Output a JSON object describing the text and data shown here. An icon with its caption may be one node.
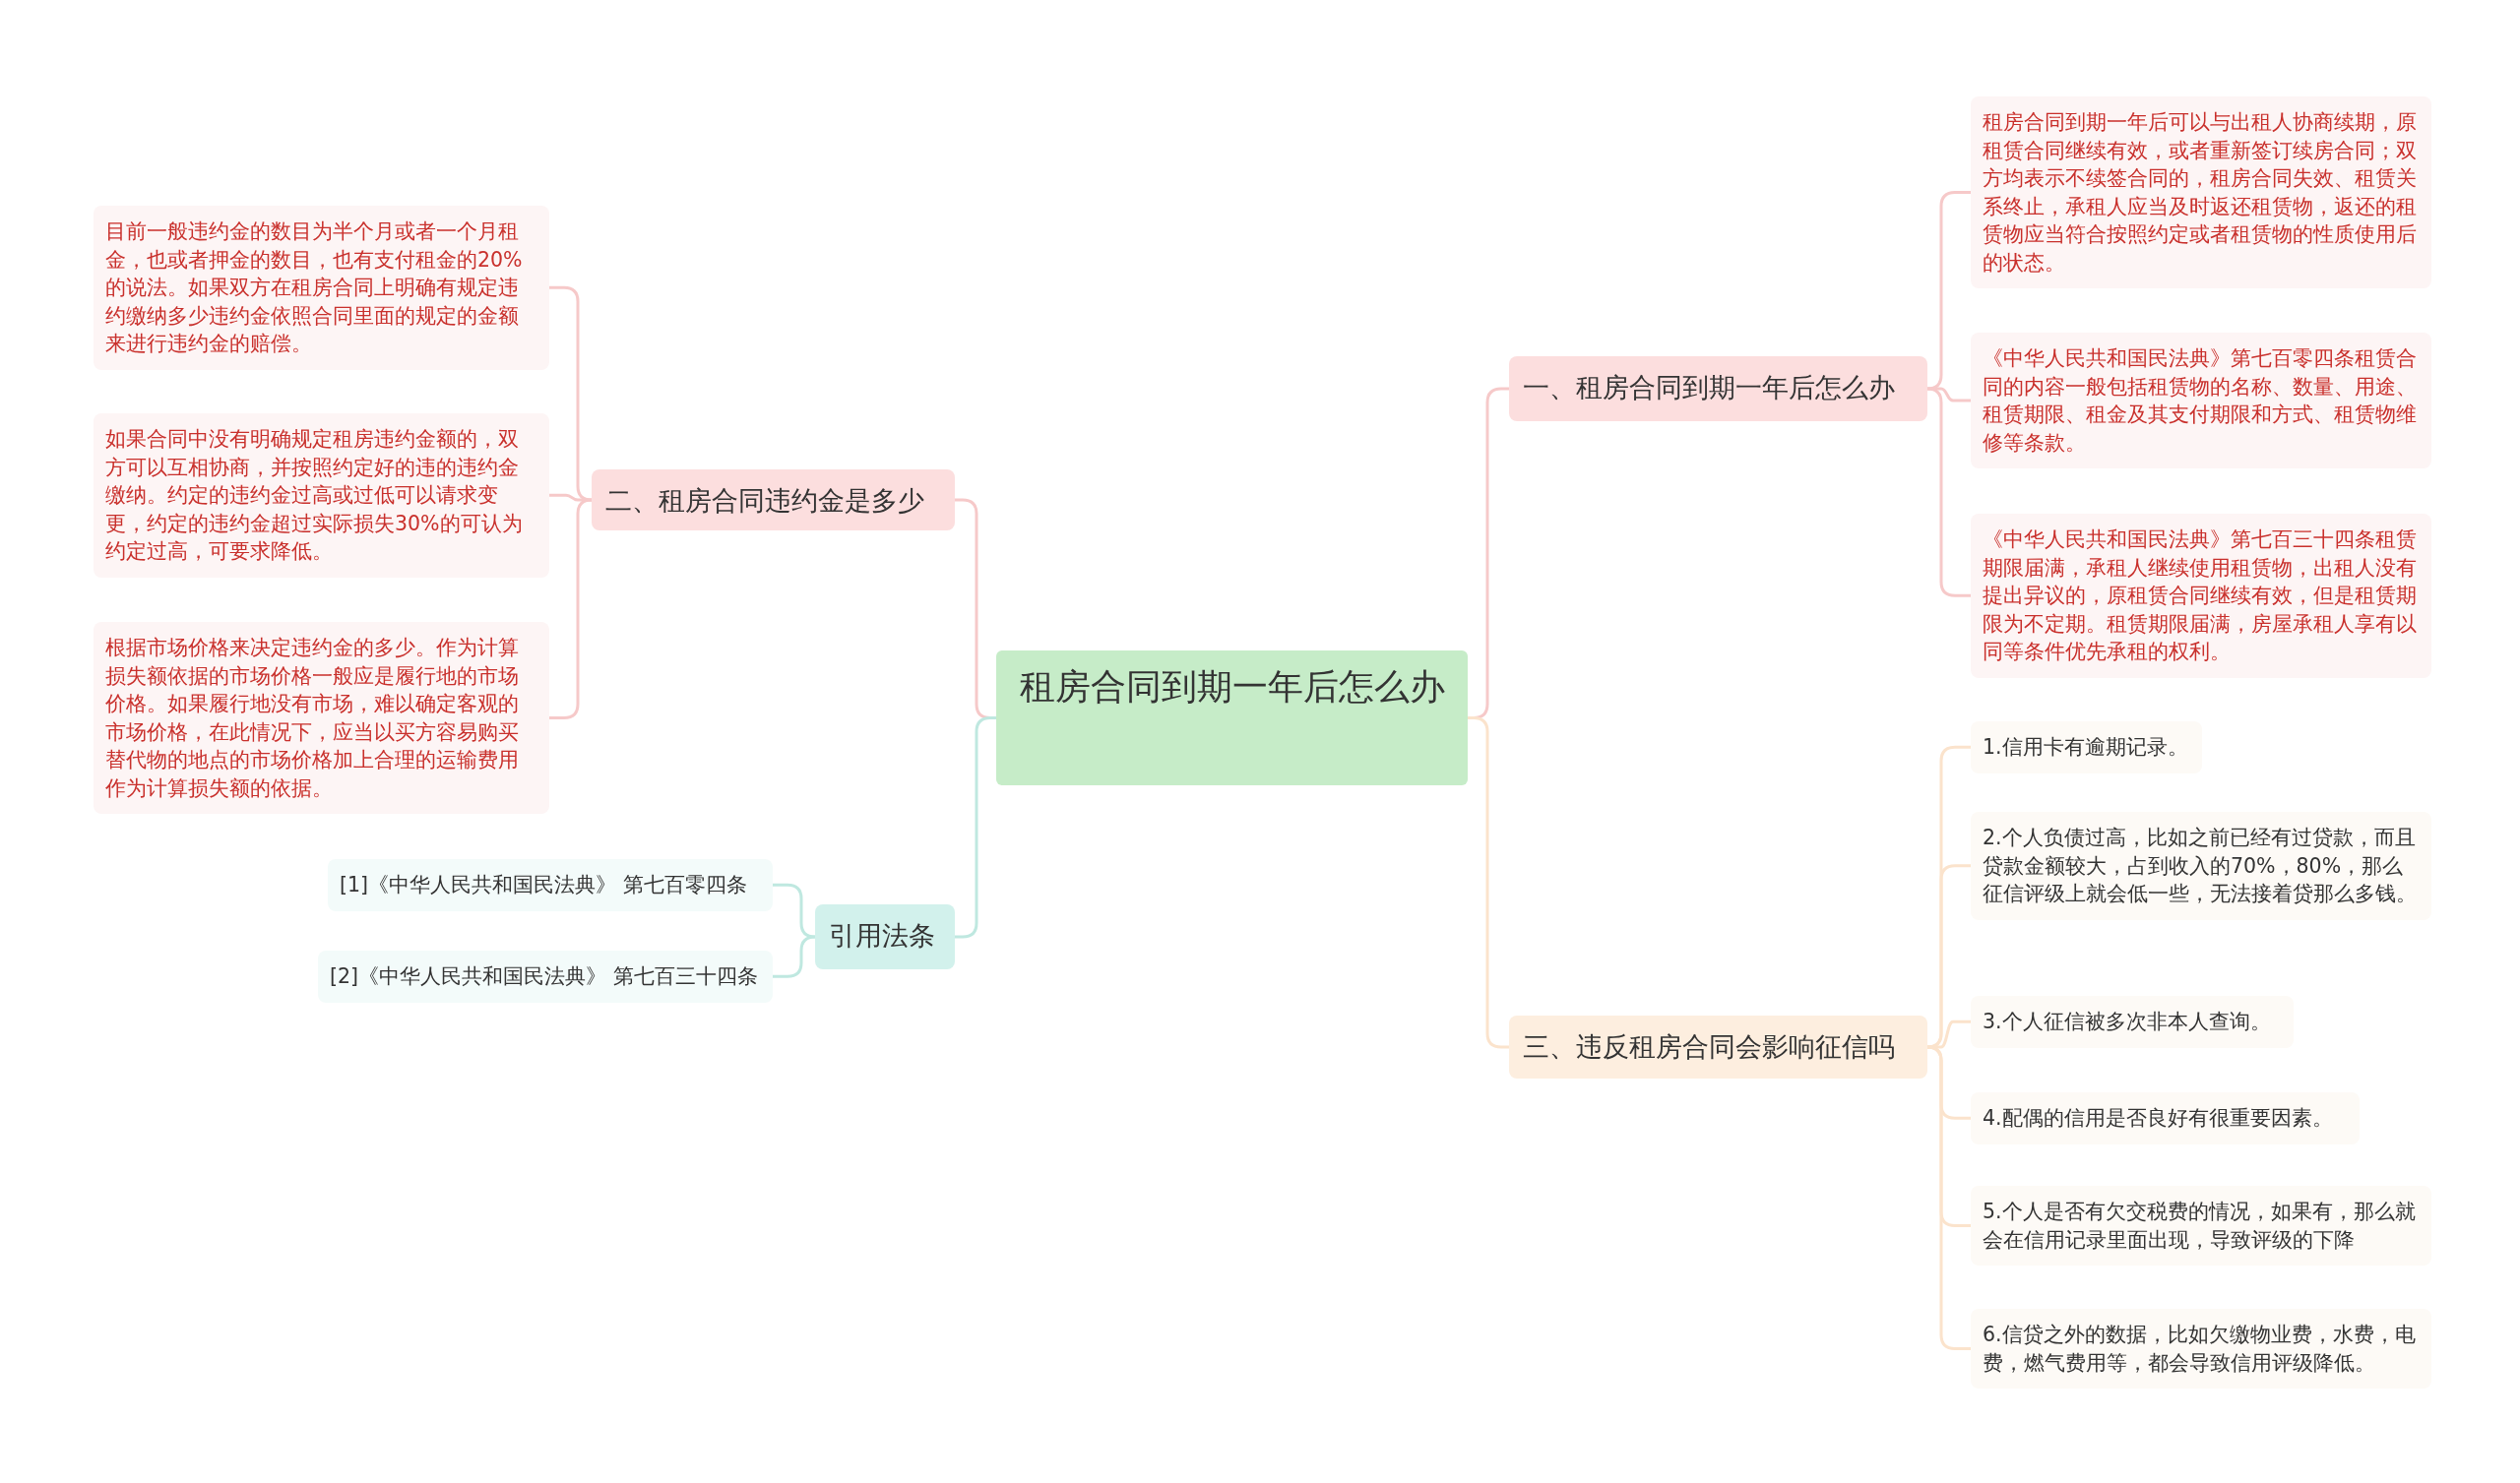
{
  "diagram": {
    "nodes": [
      {
        "text": [
          "租房合同到期一年后怎么办"
        ]
      },
      {
        "text": [
          "一、租房合同到期一年后怎么办"
        ]
      },
      {
        "text": [
          "租房合同到期一年后可以与出租人协商续期，原租赁合同继续有效，或者重新签订续房合同；双方均表示不续签合同的，租房合同失效、租赁关系终止，承租人应当及时返还租赁物，返还的租赁物应当符合按照约定或者租赁物的性质使用后的状态。"
        ]
      },
      {
        "text": [
          "《中华人民共和国民法典》第七百零四条租赁合同的内容一般包括租赁物的名称、数量、用途、租赁期限、租金及其支付期限和方式、租赁物维修等条款。"
        ]
      },
      {
        "text": [
          "《中华人民共和国民法典》第七百三十四条租赁期限届满，承租人继续使用租赁物，出租人没有提出异议的，原租赁合同继续有效，但是租赁期限为不定期。租赁期限届满，房屋承租人享有以同等条件优先承租的权利。"
        ]
      },
      {
        "text": [
          "二、租房合同违约金是多少"
        ]
      },
      {
        "text": [
          "目前一般违约金的数目为半个月或者一个月租金，也或者押金的数目，也有支付租金的20%的说法。如果双方在租房合同上明确有规定违约缴纳多少违约金依照合同里面的规定的金额来进行违约金的赔偿。"
        ]
      },
      {
        "text": [
          "如果合同中没有明确规定租房违约金额的，双方可以互相协商，并按照约定好的违的违约金缴纳。约定的违约金过高或过低可以请求变更，约定的违约金超过实际损失30%的可认为约定过高，可要求降低。"
        ]
      },
      {
        "text": [
          "根据市场价格来决定违约金的多少。作为计算损失额依据的市场价格一般应是履行地的市场价格。如果履行地没有市场，难以确定客观的市场价格，在此情况下，应当以买方容易购买替代物的地点的市场价格加上合理的运输费用作为计算损失额的依据。"
        ]
      },
      {
        "text": [
          "三、违反租房合同会影响征信吗"
        ]
      },
      {
        "text": [
          "1.信用卡有逾期记录。"
        ]
      },
      {
        "text": [
          "2.个人负债过高，比如之前已经有过贷款，而且贷款金额较大，占到收入的70%，80%，那么征信评级上就会低一些，无法接着贷那么多钱。"
        ]
      },
      {
        "text": [
          "3.个人征信被多次非本人查询。"
        ]
      },
      {
        "text": [
          "4.配偶的信用是否良好有很重要因素。"
        ]
      },
      {
        "text": [
          "5.个人是否有欠交税费的情况，如果有，那么就会在信用记录里面出现，导致评级的下降"
        ]
      },
      {
        "text": [
          "6.信贷之外的数据，比如欠缴物业费，水费，电费，燃气费用等，都会导致信用评级降低。"
        ]
      },
      {
        "text": [
          "引用法条"
        ]
      },
      {
        "text": [
          "[1]《中华人民共和国民法典》 第七百零四条"
        ]
      },
      {
        "text": [
          "[2]《中华人民共和国民法典》 第七百三十四条"
        ]
      }
    ],
    "edges": [
      {
        "from": 0,
        "to": 1,
        "arrow": "none"
      },
      {
        "from": 1,
        "to": 2,
        "arrow": "none"
      },
      {
        "from": 1,
        "to": 3,
        "arrow": "none"
      },
      {
        "from": 1,
        "to": 4,
        "arrow": "none"
      },
      {
        "from": 0,
        "to": 5,
        "arrow": "none"
      },
      {
        "from": 5,
        "to": 6,
        "arrow": "none"
      },
      {
        "from": 5,
        "to": 7,
        "arrow": "none"
      },
      {
        "from": 5,
        "to": 8,
        "arrow": "none"
      },
      {
        "from": 0,
        "to": 9,
        "arrow": "none",
        "color": "#fbe3cc"
      },
      {
        "from": 9,
        "to": 10,
        "arrow": "none",
        "color": "#fbe3cc"
      },
      {
        "from": 9,
        "to": 11,
        "arrow": "none",
        "color": "#fbe3cc"
      },
      {
        "from": 9,
        "to": 12,
        "arrow": "none",
        "color": "#fbe3cc"
      },
      {
        "from": 9,
        "to": 13,
        "arrow": "none",
        "color": "#fbe3cc"
      },
      {
        "from": 9,
        "to": 14,
        "arrow": "none",
        "color": "#fbe3cc"
      },
      {
        "from": 9,
        "to": 15,
        "arrow": "none",
        "color": "#fbe3cc"
      },
      {
        "from": 0,
        "to": 16,
        "arrow": "none",
        "color": "#bfe8e0"
      },
      {
        "from": 16,
        "to": 17,
        "arrow": "none",
        "color": "#bfe8e0"
      },
      {
        "from": 16,
        "to": 18,
        "arrow": "none",
        "color": "#bfe8e0"
      }
    ]
  }
}
